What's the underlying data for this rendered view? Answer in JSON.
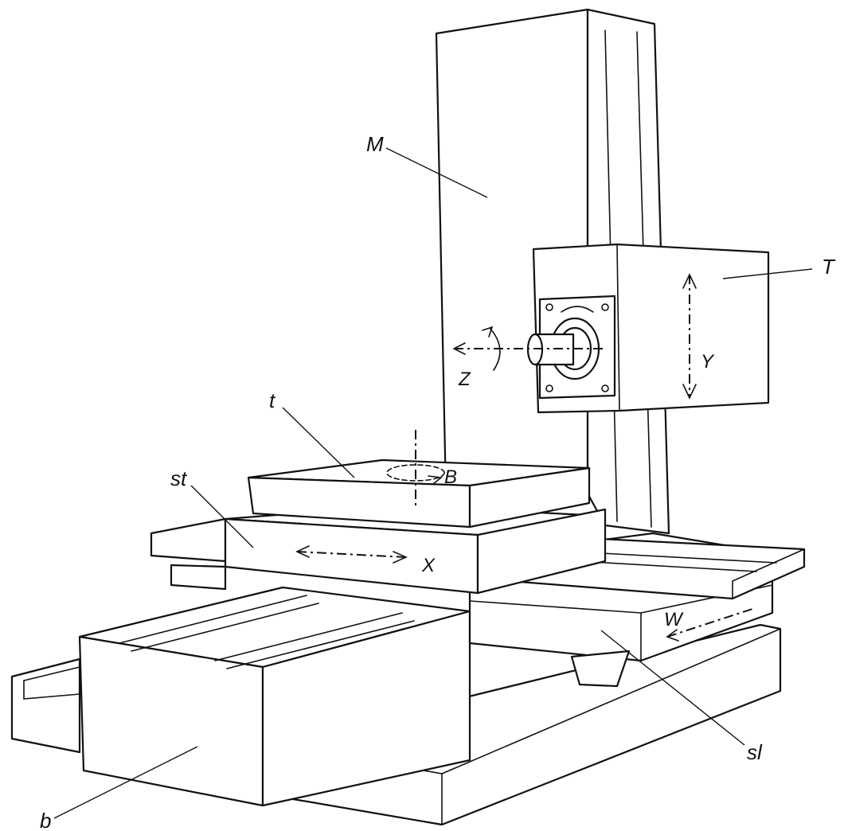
{
  "labels": {
    "column": "M",
    "spindle_head": "T",
    "table": "t",
    "upper_slide": "st",
    "lower_slide": "sl",
    "bed": "b"
  },
  "axes": {
    "feed": "Z",
    "vertical": "Y",
    "rotary": "B",
    "longitudinal": "X",
    "cross": "W"
  }
}
